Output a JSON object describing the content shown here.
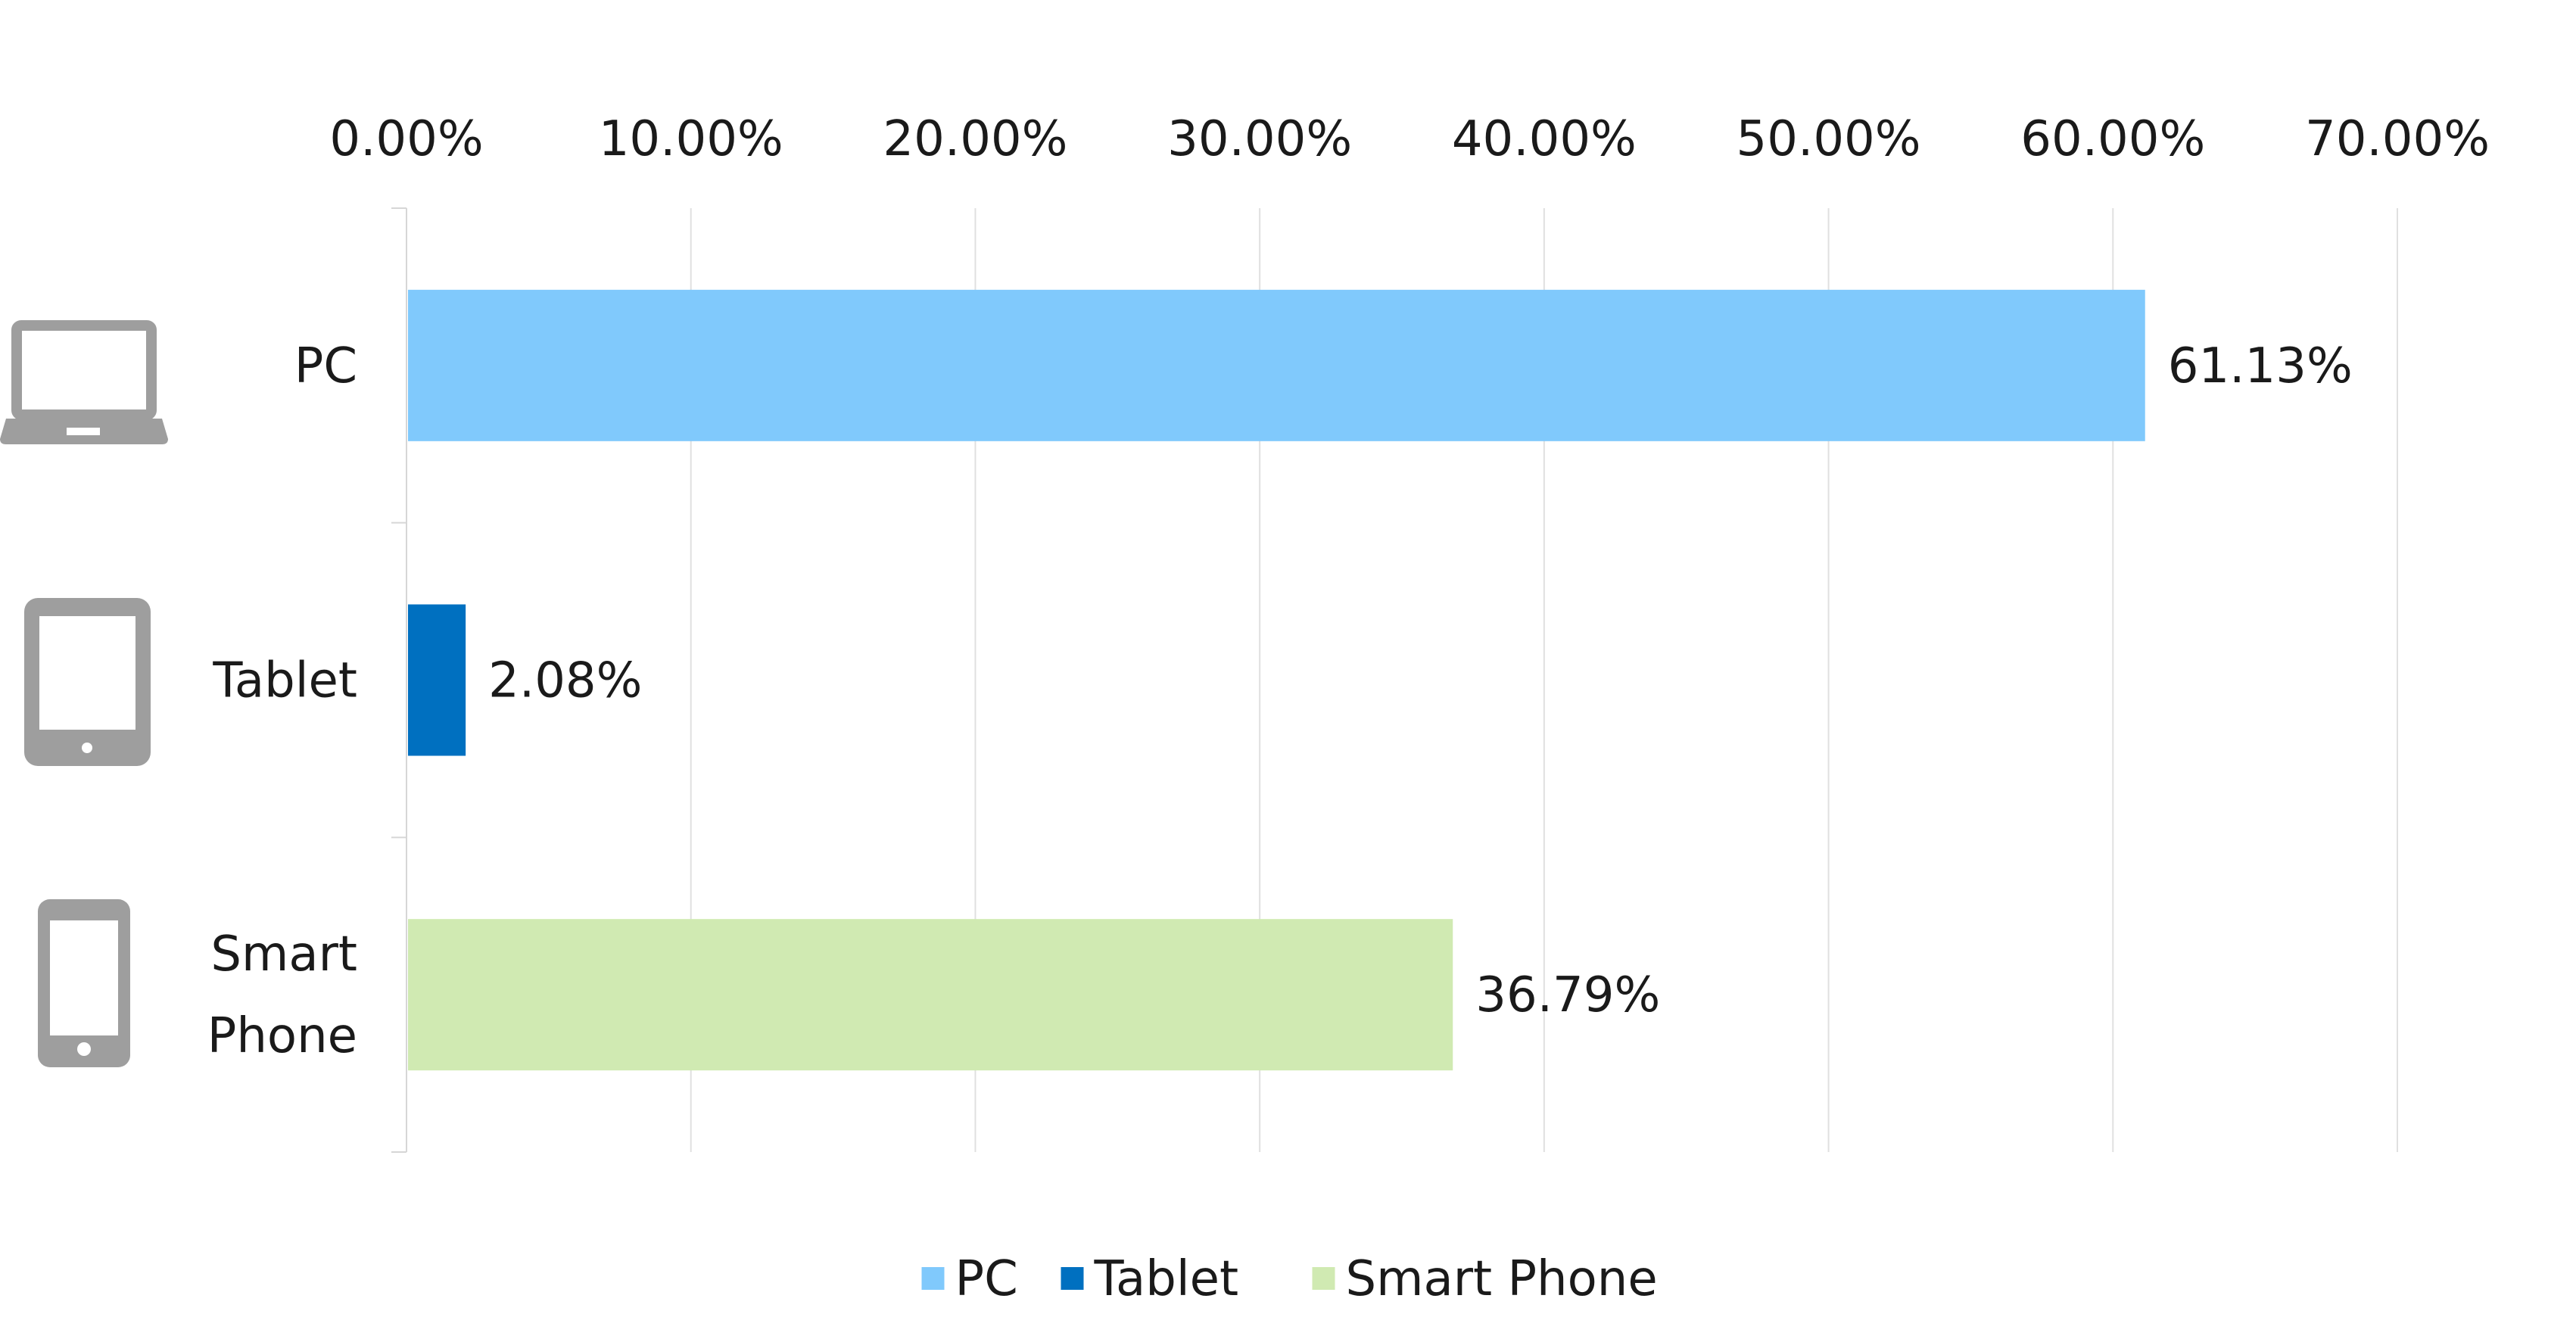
{
  "chart_data": {
    "type": "bar",
    "orientation": "horizontal",
    "title": "",
    "xlabel": "",
    "ylabel": "",
    "categories": [
      "PC",
      "Tablet",
      "Smart Phone"
    ],
    "category_lines": [
      [
        "PC"
      ],
      [
        "Tablet"
      ],
      [
        "Smart",
        "Phone"
      ]
    ],
    "series": [
      {
        "name": "PC",
        "values": [
          61.13,
          null,
          null
        ]
      },
      {
        "name": "Tablet",
        "values": [
          null,
          2.08,
          null
        ]
      },
      {
        "name": "Smart Phone",
        "values": [
          null,
          null,
          36.79
        ]
      }
    ],
    "data_labels": [
      "61.13%",
      "2.08%",
      "36.79%"
    ],
    "xlim": [
      0,
      70
    ],
    "xticks": [
      0,
      10,
      20,
      30,
      40,
      50,
      60,
      70
    ],
    "tick_labels": [
      "0.00%",
      "10.00%",
      "20.00%",
      "30.00%",
      "40.00%",
      "50.00%",
      "60.00%",
      "70.00%"
    ],
    "axis_position": "top",
    "grid": true,
    "legend": {
      "position": "bottom",
      "entries": [
        "PC",
        "Tablet",
        "Smart Phone"
      ]
    },
    "colors": {
      "PC": "#80c9fc",
      "Tablet": "#0070c0",
      "Smart Phone": "#d0eab2",
      "grid": "#e0e0e0",
      "icon": "#9e9e9e"
    },
    "icons": [
      "laptop-icon",
      "tablet-icon",
      "smartphone-icon"
    ]
  }
}
